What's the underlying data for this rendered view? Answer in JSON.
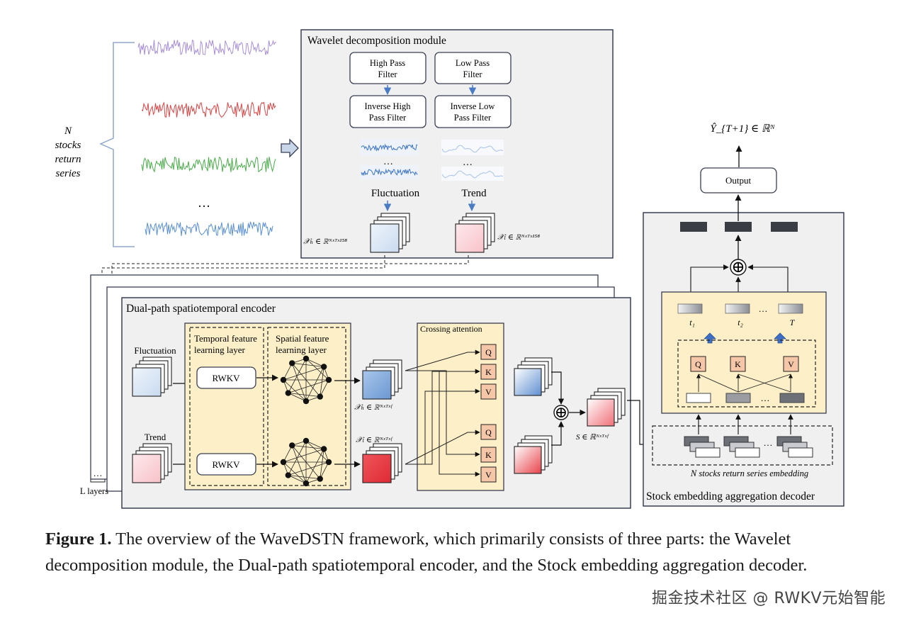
{
  "series_label": [
    "N",
    "stocks",
    "return",
    "series"
  ],
  "series_dots": "…",
  "wavelet": {
    "title": "Wavelet decomposition module",
    "high_pass": [
      "High Pass",
      "Filter"
    ],
    "low_pass": [
      "Low Pass",
      "Filter"
    ],
    "inv_high_pass": [
      "Inverse High",
      "Pass Filter"
    ],
    "inv_low_pass": [
      "Inverse Low",
      "Pass Filter"
    ],
    "dots": "…",
    "fluctuation": "Fluctuation",
    "trend": "Trend",
    "xh_label": "𝒳ₕ ∈ ℝᴺˣᵀˣ¹⁵⁸",
    "xl_label": "𝒳ₗ ∈ ℝᴺˣᵀˣ¹⁵⁸"
  },
  "encoder": {
    "title": "Dual-path spatiotemporal encoder",
    "fluctuation": "Fluctuation",
    "trend": "Trend",
    "temporal_layer": [
      "Temporal feature",
      "learning layer"
    ],
    "spatial_layer": [
      "Spatial feature",
      "learning layer"
    ],
    "rwkv_top": "RWKV",
    "rwkv_bottom": "RWKV",
    "xh_label": "𝒳ₕ ∈ ℝᴺˣᵀˣᶠ",
    "xl_label": "𝒳ₗ ∈ ℝᴺˣᵀˣᶠ",
    "crossing_title": "Crossing attention",
    "qkv": [
      "Q",
      "K",
      "V"
    ],
    "s_label": "S ∈ ℝᴺˣᵀˣᶠ",
    "plus": "⊕",
    "layers_dots": "…",
    "layers_label": "L layers"
  },
  "decoder": {
    "title": "Stock embedding aggregation decoder",
    "output": "Output",
    "prediction": "Ŷ_{T+1} ∈ ℝᴺ",
    "t_labels": [
      "t₁",
      "t₂",
      "T"
    ],
    "dots": "…",
    "qkv": [
      "Q",
      "K",
      "V"
    ],
    "embedding_label": "N stocks return series embedding",
    "plus": "⊕"
  },
  "caption": {
    "bold": "Figure 1.",
    "text": " The overview of the WaveDSTN framework, which primarily consists of three parts: the Wavelet decomposition module, the Dual-path spatiotemporal encoder, and the Stock embedding aggregation decoder."
  },
  "watermark": "掘金技术社区 @ RWKV元始智能",
  "colors": {
    "panel_fill": "#f0f0f0",
    "panel_stroke": "#3a3f52",
    "yellow_fill": "#fdf0c8",
    "blue_cube": "#dce8f6",
    "pink_cube": "#fbd7dc",
    "blue_cube_dark": "#7fa8d8",
    "red_cube": "#e8333c",
    "qkv_fill": "#f5c6a8",
    "arrow_blue": "#4a7cc4",
    "bar_dark": "#3a3d44",
    "purple": "#a88fd6",
    "red": "#d64545",
    "green": "#4aaa4a",
    "blue": "#5a8fd0"
  }
}
